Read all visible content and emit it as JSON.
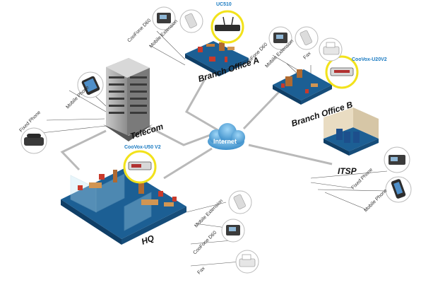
{
  "nodes": {
    "telecom": "Telecom",
    "internet": "Internet",
    "branch_a": "Branch Office A",
    "branch_b": "Branch Office B",
    "hq": "HQ",
    "itsp": "ITSP"
  },
  "products": {
    "ucs10": "UC510",
    "u20v2": "CooVox-U20V2",
    "u50v2": "CooVox-U50 V2"
  },
  "devices": {
    "telecom_mobile": "Mobile Phone",
    "telecom_fixed": "Fixed Phone",
    "a_coofone": "CooFone D60",
    "a_mobile_ext": "Mobile Extension",
    "b_coofone": "CooFone D60",
    "b_mobile_ext": "Mobile Extension",
    "b_fax": "Fax",
    "hq_mobile_ext": "Mobile Extension",
    "hq_coofone": "CooFone D60",
    "hq_fax": "Fax",
    "itsp_fixed": "Fixed Phone",
    "itsp_mobile": "Mobile Phone"
  },
  "colors": {
    "floor": "#1c5f94",
    "floor_side": "#0f3e66",
    "link": "#b9b9b9",
    "highlight": "#f2e21b",
    "cloud": "#4aa0d8"
  }
}
